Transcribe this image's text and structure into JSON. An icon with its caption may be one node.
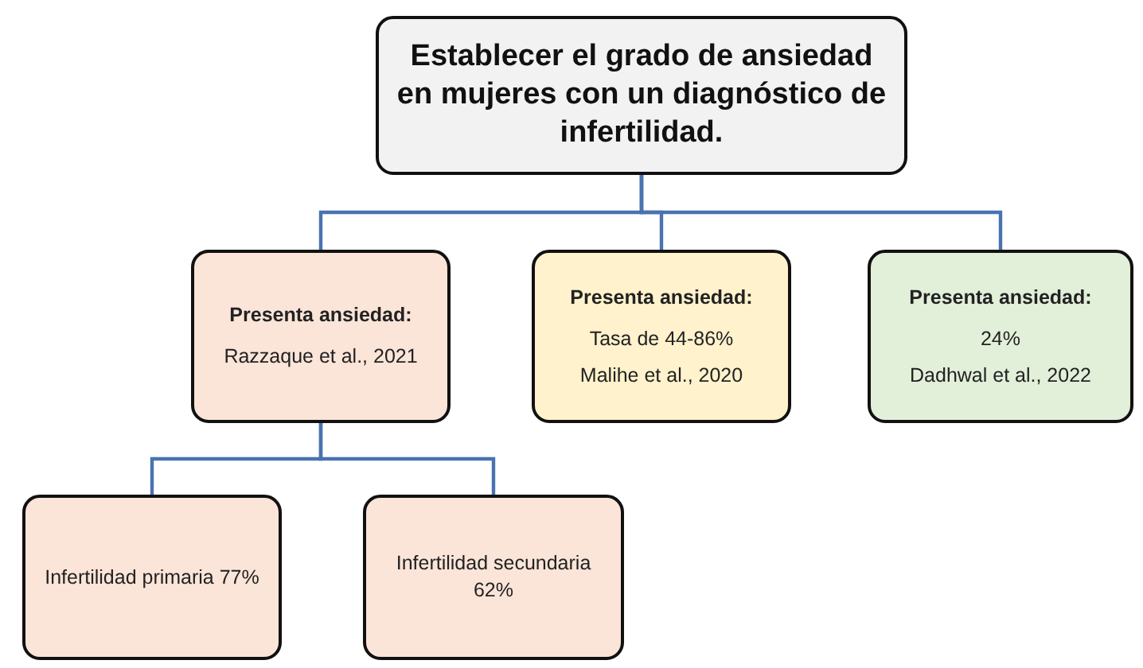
{
  "diagram": {
    "nodes": [
      {
        "text": [
          "Establecer el grado de ansiedad en mujeres con un diagnóstico de infertilidad."
        ]
      },
      {
        "text": [
          "Presenta ansiedad:",
          "Razzaque et al., 2021"
        ]
      },
      {
        "text": [
          "Presenta ansiedad:",
          "Tasa de 44-86%",
          "Malihe et al., 2020"
        ]
      },
      {
        "text": [
          "Presenta ansiedad:",
          "24%",
          "Dadhwal et al., 2022"
        ]
      },
      {
        "text": [
          "Infertilidad primaria 77%"
        ]
      },
      {
        "text": [
          "Infertilidad secundaria 62%"
        ]
      }
    ],
    "edges": [
      {
        "from": 0,
        "to": 1,
        "arrow": "none"
      },
      {
        "from": 0,
        "to": 2,
        "arrow": "none"
      },
      {
        "from": 0,
        "to": 3,
        "arrow": "none"
      },
      {
        "from": 1,
        "to": 4,
        "arrow": "none"
      },
      {
        "from": 1,
        "to": 5,
        "arrow": "none"
      }
    ]
  }
}
